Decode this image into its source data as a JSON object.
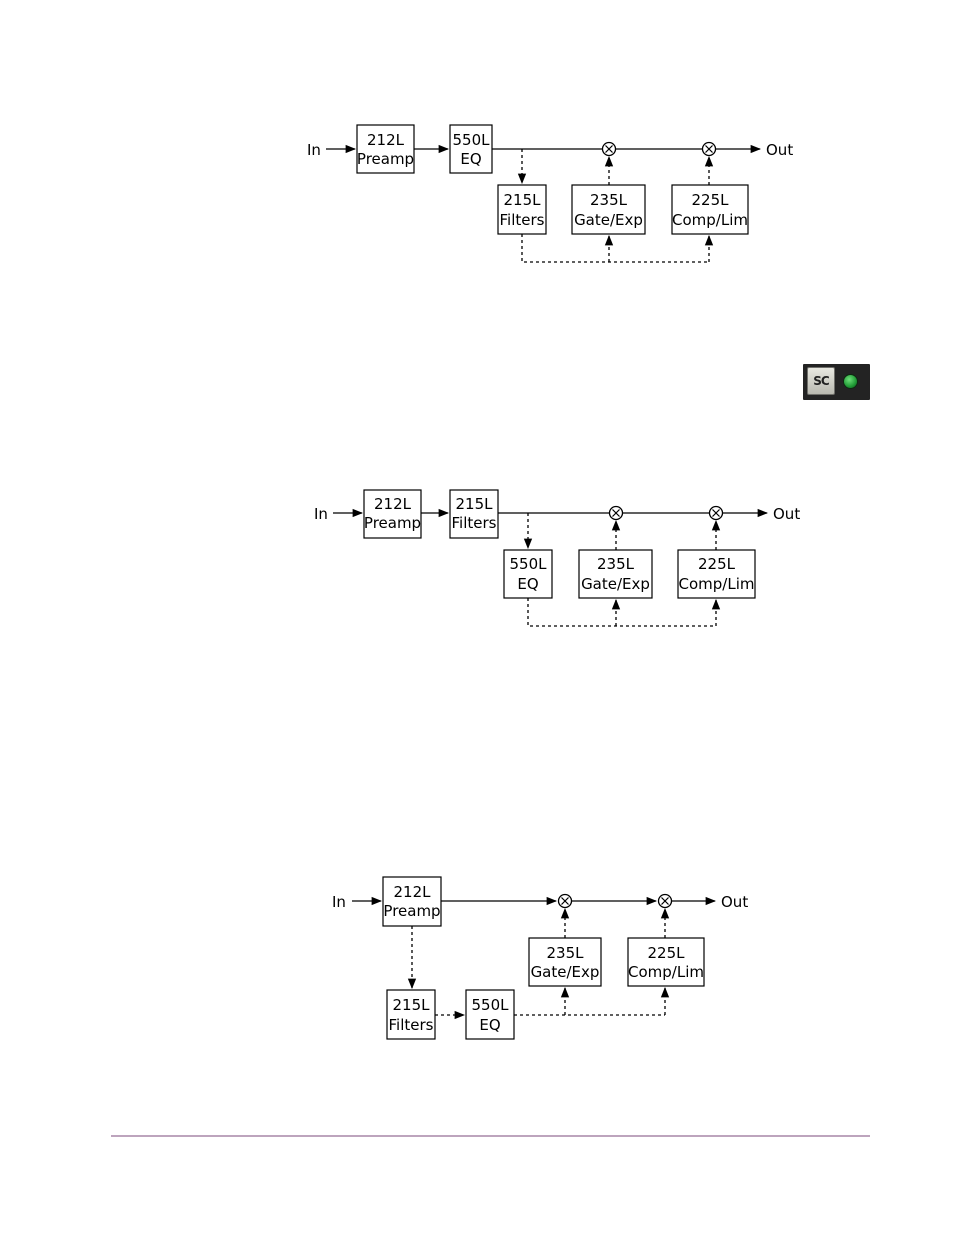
{
  "diagrams": [
    {
      "input": "In",
      "output": "Out",
      "blocks": [
        {
          "line1": "212L",
          "line2": "Preamp"
        },
        {
          "line1": "550L",
          "line2": "EQ"
        },
        {
          "line1": "215L",
          "line2": "Filters"
        },
        {
          "line1": "235L",
          "line2": "Gate/Exp"
        },
        {
          "line1": "225L",
          "line2": "Comp/Lim"
        }
      ]
    },
    {
      "input": "In",
      "output": "Out",
      "blocks": [
        {
          "line1": "212L",
          "line2": "Preamp"
        },
        {
          "line1": "215L",
          "line2": "Filters"
        },
        {
          "line1": "550L",
          "line2": "EQ"
        },
        {
          "line1": "235L",
          "line2": "Gate/Exp"
        },
        {
          "line1": "225L",
          "line2": "Comp/Lim"
        }
      ]
    },
    {
      "input": "In",
      "output": "Out",
      "blocks": [
        {
          "line1": "212L",
          "line2": "Preamp"
        },
        {
          "line1": "235L",
          "line2": "Gate/Exp"
        },
        {
          "line1": "225L",
          "line2": "Comp/Lim"
        },
        {
          "line1": "215L",
          "line2": "Filters"
        },
        {
          "line1": "550L",
          "line2": "EQ"
        }
      ]
    }
  ],
  "sc_button": {
    "label": "SC",
    "led_color": "#2fb84a"
  },
  "colors": {
    "footer_rule": "#7b4a7b"
  }
}
